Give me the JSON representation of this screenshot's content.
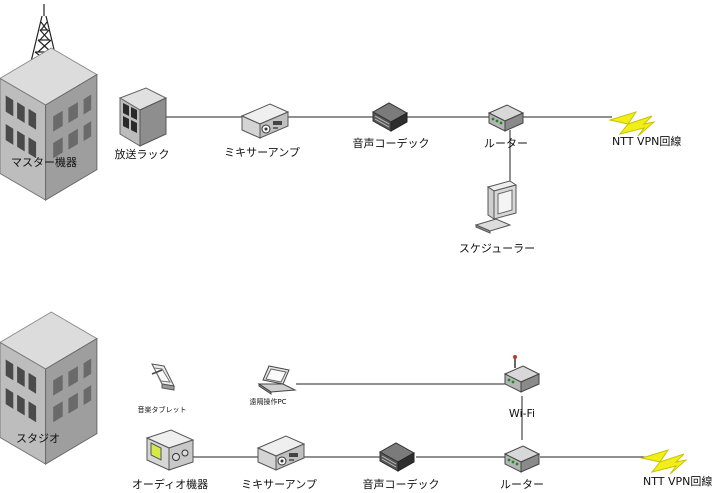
{
  "diagram": {
    "top": {
      "master": "マスター機器",
      "rack": "放送ラック",
      "mixer": "ミキサーアンプ",
      "codec": "音声コーデック",
      "router": "ルーター",
      "scheduler": "スケジューラー",
      "vpn": "NTT VPN回線"
    },
    "bottom": {
      "studio": "スタジオ",
      "tablet": "音楽タブレット",
      "remote_pc": "遠隔操作PC",
      "wifi": "Wi-Fi",
      "audio": "オーディオ機器",
      "mixer": "ミキサーアンプ",
      "codec": "音声コーデック",
      "router": "ルーター",
      "vpn": "NTT VPN回線"
    }
  }
}
